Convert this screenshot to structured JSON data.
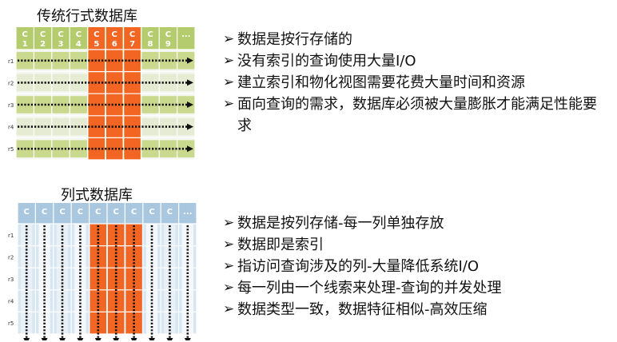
{
  "row_store": {
    "title": "传统行式数据库",
    "column_headers": [
      "C",
      "C",
      "C",
      "C",
      "C",
      "C",
      "C",
      "C",
      "C",
      "..."
    ],
    "column_numbers": [
      "1",
      "2",
      "3",
      "4",
      "5",
      "6",
      "7",
      "8",
      "9",
      ""
    ],
    "row_labels": [
      "r1",
      "r2",
      "r3",
      "r4",
      "r5"
    ],
    "bullets": [
      "数据是按行存储的",
      "没有索引的查询使用大量I/O",
      "建立索引和物化视图需要花费大量时间和资源",
      "面向查询的需求，数据库必须被大量膨胀才能满足性能要求"
    ]
  },
  "column_store": {
    "title": "列式数据库",
    "column_headers": [
      "C",
      "C",
      "C",
      "C",
      "C",
      "C",
      "C",
      "C",
      "C",
      "..."
    ],
    "row_labels": [
      "r1",
      "r2",
      "r3",
      "r4",
      "r5"
    ],
    "bullets": [
      "数据是按列存储-每一列单独存放",
      "数据即是索引",
      "指访问查询涉及的列-大量降低系统I/O",
      "每一列由一个线索来处理-查询的并发处理",
      "数据类型一致，数据特征相似-高效压缩"
    ]
  },
  "bullet_arrow": "➢",
  "colors": {
    "row_header": "#b5cc6e",
    "row_stripe": "#c9d98e",
    "column_header": "#a9c8e0",
    "column_body": "#d6e6f2",
    "highlight": "#f26522",
    "cell_background": "#f4f6f0",
    "arrow": "#111111"
  }
}
